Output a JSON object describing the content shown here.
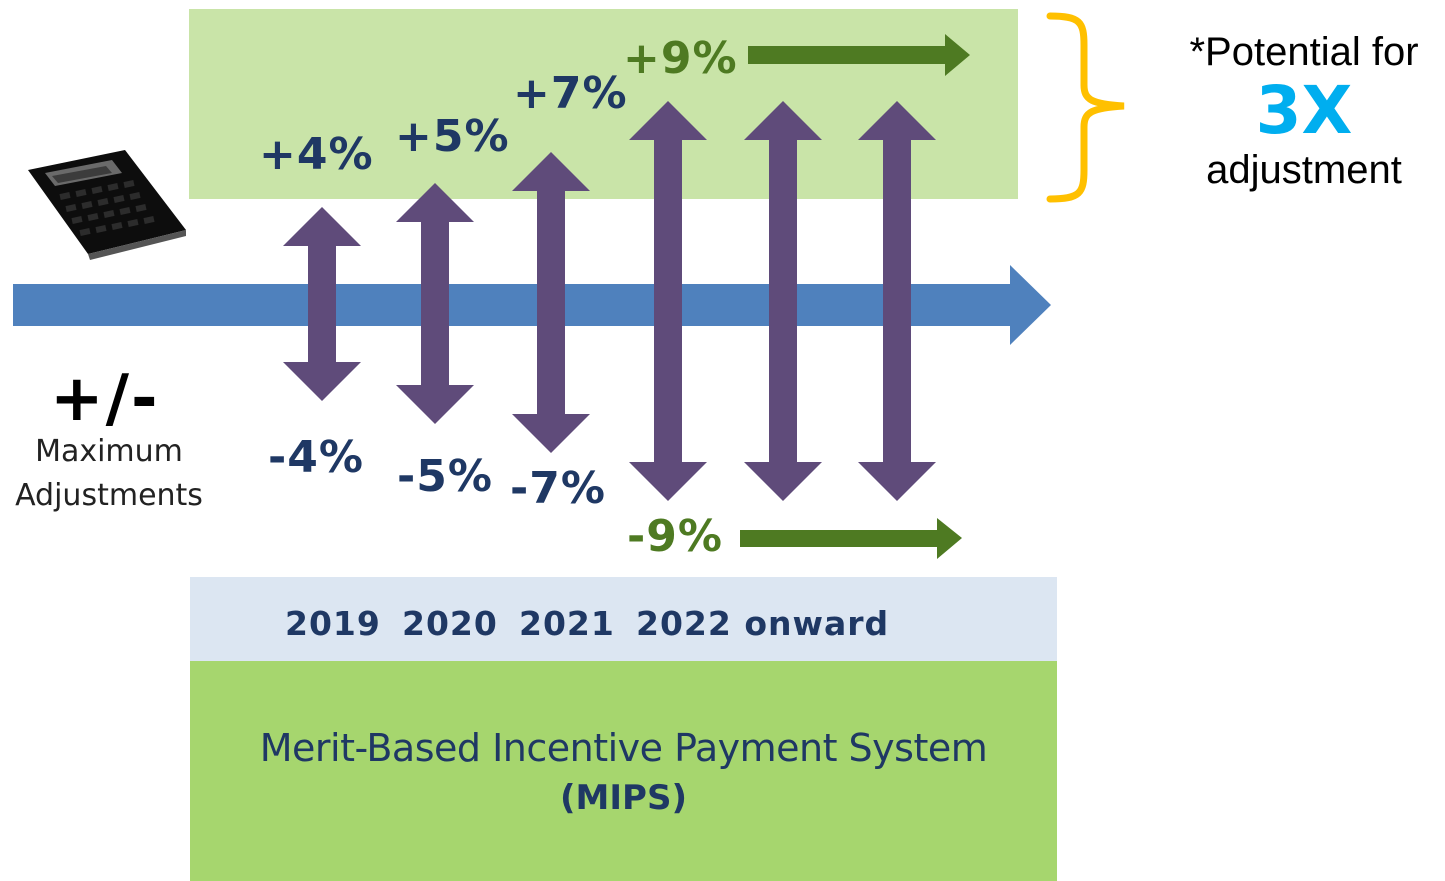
{
  "max_adjustments": {
    "symbol": "+/-",
    "label_line1": "Maximum",
    "label_line2": "Adjustments"
  },
  "years": [
    {
      "label": "2019",
      "positive": "+4%",
      "negative": "-4%"
    },
    {
      "label": "2020",
      "positive": "+5%",
      "negative": "-5%"
    },
    {
      "label": "2021",
      "positive": "+7%",
      "negative": "-7%"
    },
    {
      "label": "2022 onward",
      "positive": "+9%",
      "negative": "-9%"
    }
  ],
  "potential": {
    "line1": "*Potential for",
    "multiplier": "3X",
    "line2": "adjustment"
  },
  "program": {
    "name": "Merit-Based Incentive Payment System",
    "acronym": "(MIPS)"
  },
  "colors": {
    "top_band": "#c9e4a8",
    "timeline_arrow": "#4f81bd",
    "double_arrow": "#5f4b7a",
    "green_arrow": "#4e7a22",
    "brace": "#ffc000",
    "years_band": "#dce6f2",
    "mips_band": "#a6d66e",
    "accent_3x": "#00aeef"
  }
}
